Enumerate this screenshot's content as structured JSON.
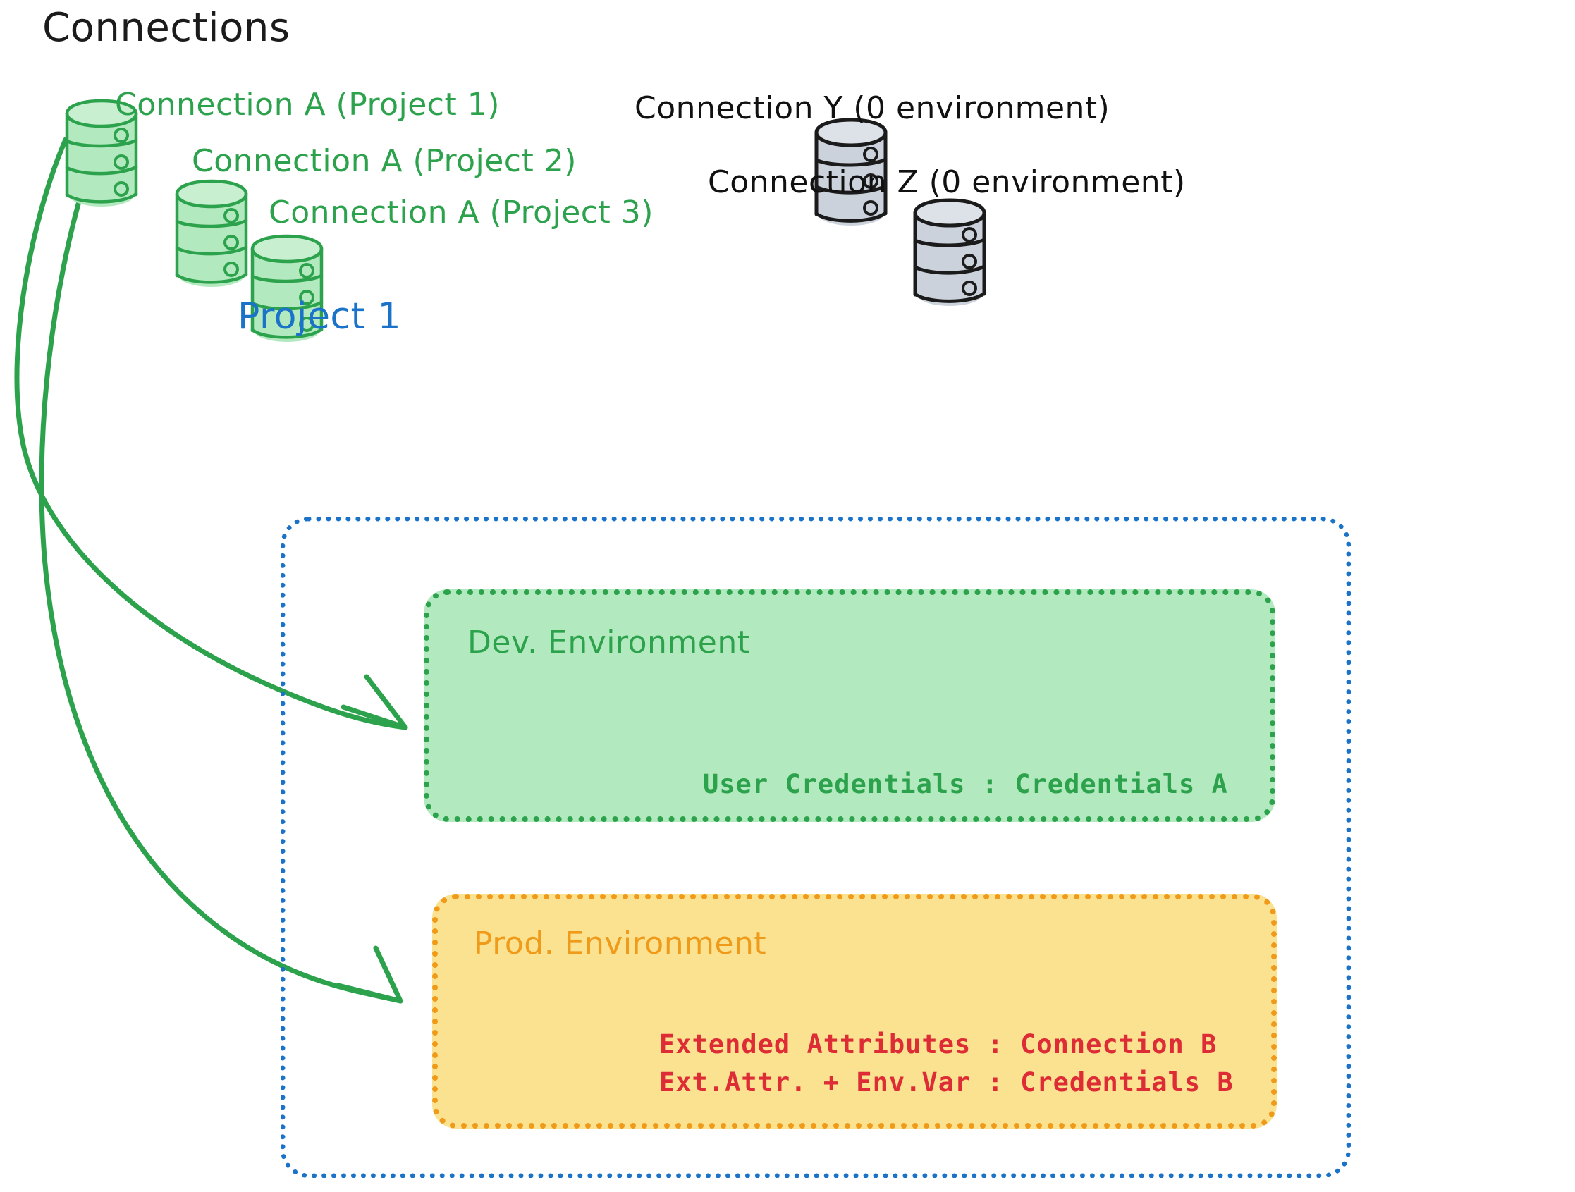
{
  "diagram": {
    "title": "Connections",
    "connections_green": [
      {
        "label": "Connection A (Project 1)",
        "icon": "database-cylinder-icon",
        "color": "#2ca24c"
      },
      {
        "label": "Connection A (Project 2)",
        "icon": "database-cylinder-icon",
        "color": "#2ca24c"
      },
      {
        "label": "Connection A (Project 3)",
        "icon": "database-cylinder-icon",
        "color": "#2ca24c"
      }
    ],
    "connections_gray": [
      {
        "label": "Connection Y (0 environment)",
        "icon": "database-cylinder-icon",
        "color": "#111111"
      },
      {
        "label": "Connection Z (0 environment)",
        "icon": "database-cylinder-icon",
        "color": "#111111"
      }
    ],
    "project": {
      "title": "Project 1",
      "color": "#1a73c8",
      "environments": [
        {
          "name": "Dev. Environment",
          "accent": "#2ca24c",
          "fill": "#b2e9bf",
          "lines": [
            "User Credentials : Credentials A"
          ]
        },
        {
          "name": "Prod. Environment",
          "accent": "#f09a1a",
          "fill": "#fbe291",
          "lines": [
            "Extended Attributes : Connection B",
            "Ext.Attr. + Env.Var : Credentials B"
          ],
          "line_color": "#dd2c35"
        }
      ]
    },
    "arrows": [
      {
        "from": "connection-a-project-1",
        "to": "dev-environment",
        "color": "#2ca24c"
      },
      {
        "from": "connection-a-project-1",
        "to": "prod-environment",
        "color": "#2ca24c"
      }
    ]
  }
}
